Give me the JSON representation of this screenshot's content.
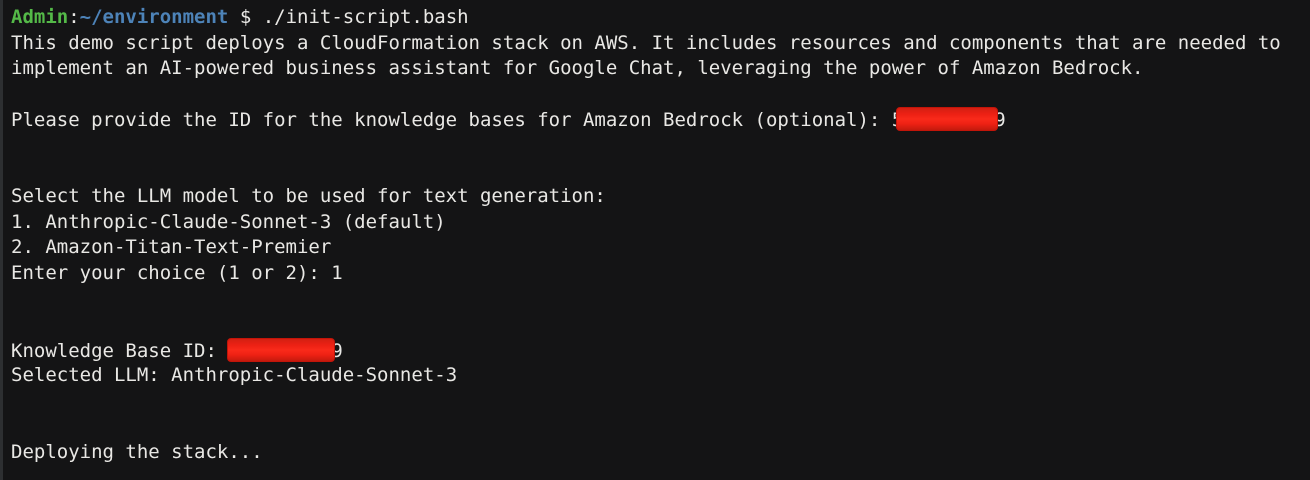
{
  "terminal": {
    "prompt": {
      "user": "Admin",
      "colon": ":",
      "path": "~/environment",
      "command": " $ ./init-script.bash"
    },
    "intro": {
      "line1": "This demo script deploys a CloudFormation stack on AWS. It includes resources and components that are needed to",
      "line2": "implement an AI-powered business assistant for Google Chat, leveraging the power of Amazon Bedrock."
    },
    "kb_prompt": {
      "label": "Please provide the ID for the knowledge bases for Amazon Bedrock (optional): ",
      "visible_prefix": "5",
      "redacted": "true",
      "visible_suffix": "9"
    },
    "llm_select": {
      "heading": "Select the LLM model to be used for text generation:",
      "option1": "1. Anthropic-Claude-Sonnet-3 (default)",
      "option2": "2. Amazon-Titan-Text-Premier",
      "choice_prompt": "Enter your choice (1 or 2): ",
      "choice_value": "1"
    },
    "summary": {
      "kb_label": "Knowledge Base ID: ",
      "kb_redacted": "true",
      "kb_visible_suffix": "9",
      "llm_label": "Selected LLM: ",
      "llm_value": "Anthropic-Claude-Sonnet-3"
    },
    "status": {
      "deploying": "Deploying the stack..."
    },
    "colors": {
      "bg": "#141415",
      "fg": "#e9e8e5",
      "prompt_green": "#54b948",
      "path_blue": "#4d83b8",
      "redaction_red": "#ee2114",
      "redaction_border": "#c21509",
      "edge_strip": "#2d2f31"
    }
  }
}
